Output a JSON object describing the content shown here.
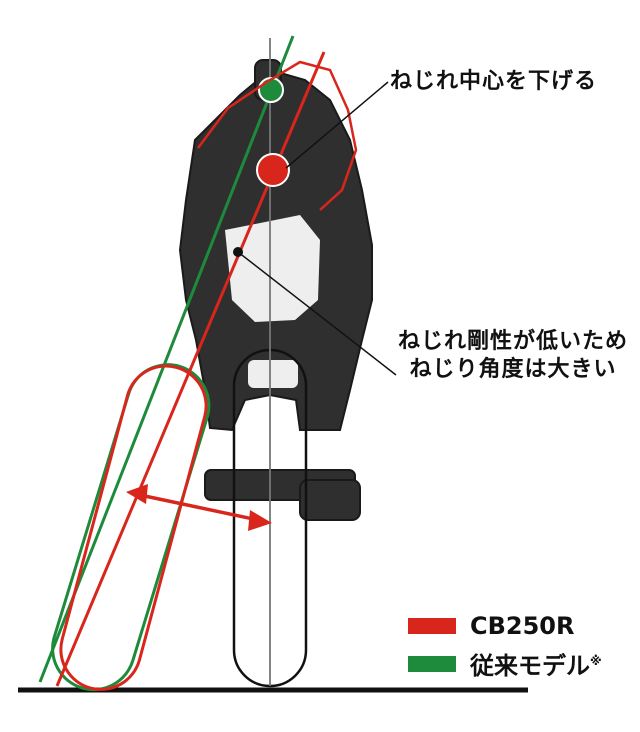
{
  "labels": {
    "center_lowered": "ねじれ中心を下げる",
    "stiffness_line1": "ねじれ剛性が低いため",
    "stiffness_line2": "ねじり角度は大きい"
  },
  "legend": [
    {
      "label": "CB250R",
      "color": "#d9261c"
    },
    {
      "label": "従来モデル",
      "note": "※",
      "color": "#1e8a3c"
    }
  ],
  "colors": {
    "red": "#d9261c",
    "green": "#1e8a3c",
    "frame": "#2d2d2d",
    "ground": "#111111"
  }
}
